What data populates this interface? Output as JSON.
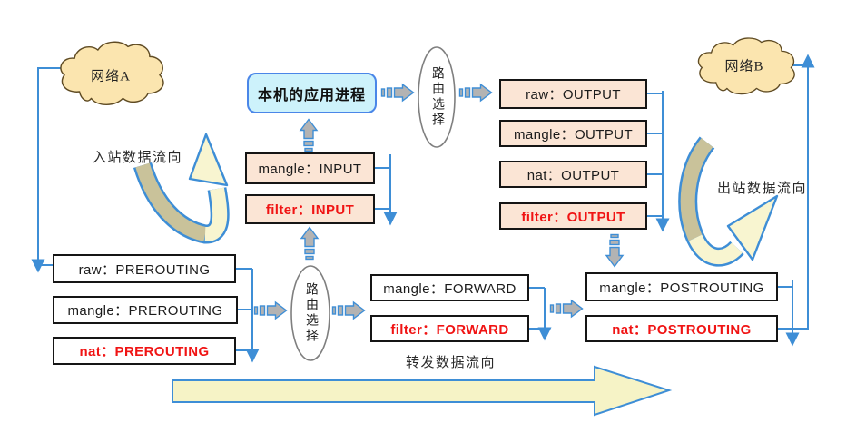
{
  "labels": {
    "cloud_a": "网络A",
    "cloud_b": "网络B",
    "process": "本机的应用进程",
    "routing_top": "路由选择",
    "routing_bottom": "路由选择",
    "inbound_flow": "入站数据流向",
    "outbound_flow": "出站数据流向",
    "forward_flow": "转发数据流向"
  },
  "chains": {
    "prerouting": [
      {
        "label": "raw：PREROUTING"
      },
      {
        "label": "mangle：PREROUTING"
      },
      {
        "label": "nat：PREROUTING"
      }
    ],
    "input": [
      {
        "label": "mangle：INPUT"
      },
      {
        "label": "filter：INPUT"
      }
    ],
    "output": [
      {
        "label": "raw：OUTPUT"
      },
      {
        "label": "mangle：OUTPUT"
      },
      {
        "label": "nat：OUTPUT"
      },
      {
        "label": "filter：OUTPUT"
      }
    ],
    "forward": [
      {
        "label": "mangle：FORWARD"
      },
      {
        "label": "filter：FORWARD"
      }
    ],
    "postrouting": [
      {
        "label": "mangle：POSTROUTING"
      },
      {
        "label": "nat：POSTROUTING"
      }
    ]
  },
  "colors": {
    "connector_blue": "#3e8ed6",
    "emphasis_red": "#f01414",
    "chain_box_peach": "#fbe5d5",
    "process_box_fill": "#cdf2fb",
    "process_box_border": "#4a86e8",
    "cloud_fill": "#fbe5af",
    "cloud_stroke": "#5f4b23",
    "block_arrow_gray": "#b3b3b3",
    "big_arrow_yellow": "#f6f3c6",
    "curved_arrow_khaki": "#c9c29a",
    "curved_arrow_cream": "#f8f5d0"
  }
}
